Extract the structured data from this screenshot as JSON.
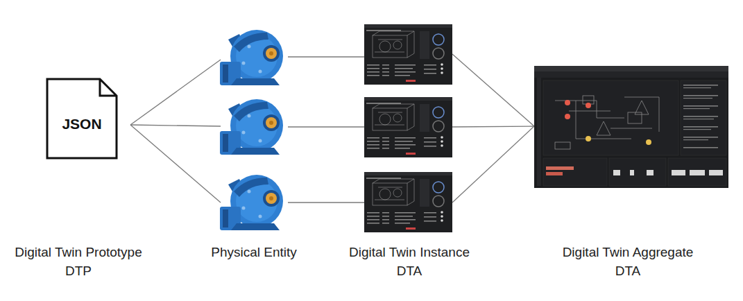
{
  "diagram": {
    "nodes": [
      {
        "text": [
          "JSON"
        ]
      }
    ],
    "edges": [],
    "labels": [
      "Digital Twin Prototype",
      "DTP",
      "Physical Entity",
      "Digital Twin Instance",
      "DTA",
      "Digital Twin Aggregate",
      "DTA"
    ]
  }
}
